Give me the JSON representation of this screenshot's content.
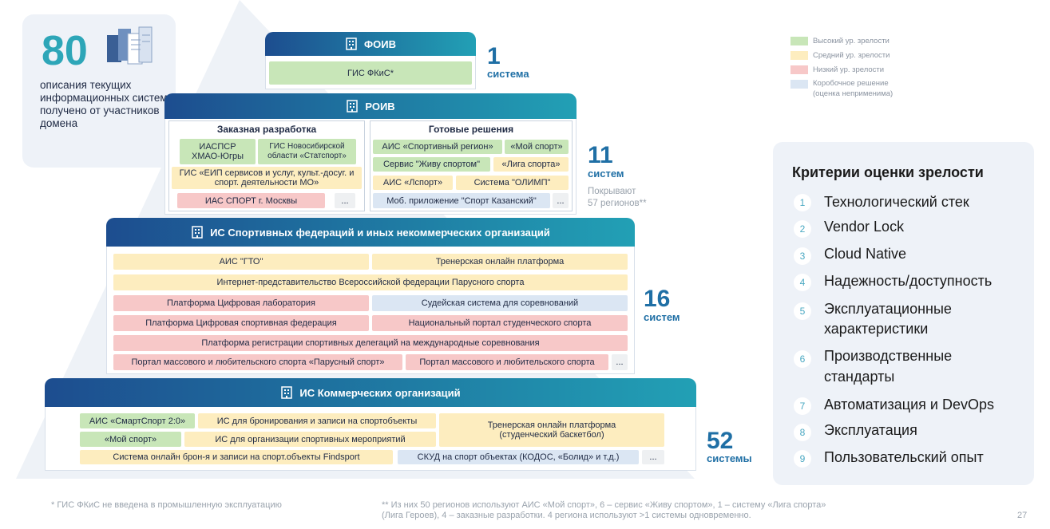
{
  "stats": {
    "number": "80",
    "text": "описания текущих информационных систем получено от участников домена"
  },
  "legend": [
    {
      "label": "Высокий ур. зрелости",
      "color": "#c8e6b8"
    },
    {
      "label": "Средний ур. зрелости",
      "color": "#fdedbf"
    },
    {
      "label": "Низкий ур. зрелости",
      "color": "#f7c8c8"
    },
    {
      "label": "Коробочное решение",
      "color": "#dbe6f3"
    },
    {
      "label": "(оценка неприменима)"
    }
  ],
  "tiers": {
    "foiv": {
      "title": "ФОИВ",
      "count": "1",
      "count_label": "система",
      "items": [
        "ГИС ФКиС*"
      ]
    },
    "roiv": {
      "title": "РОИВ",
      "count": "11",
      "count_label": "систем",
      "note_line1": "Покрывают",
      "note_line2": "57 регионов**",
      "custom": {
        "title": "Заказная разработка",
        "items": [
          "ИАСПСР ХМАО-Югры",
          "ГИС Новосибирской области «Статспорт»",
          "ГИС «ЕИП сервисов и услуг, культ.-досуг. и спорт. деятельности МО»",
          "ИАС СПОРТ г. Москвы",
          "..."
        ]
      },
      "ready": {
        "title": "Готовые решения",
        "items": [
          "АИС «Спортивный регион»",
          "«Мой спорт»",
          "Сервис \"Живу спортом\"",
          "«Лига спорта»",
          "АИС «Лспорт»",
          "Система \"ОЛИМП\"",
          "Моб. приложение \"Спорт Казанский\"",
          "..."
        ]
      }
    },
    "federations": {
      "title": "ИС Спортивных федераций и иных некоммерческих организаций",
      "count": "16",
      "count_label": "систем",
      "items": [
        "АИС \"ГТО\"",
        "Тренерская онлайн платформа",
        "Интернет-представительство Всероссийской федерации Парусного спорта",
        "Платформа Цифровая лаборатория",
        "Судейская система для соревнований",
        "Платформа Цифровая спортивная федерация",
        "Национальный портал студенческого спорта",
        "Платформа регистрации спортивных делегаций на международные соревнования",
        "Портал массового и любительского спорта «Парусный спорт»",
        "Портал массового и любительского спорта",
        "..."
      ]
    },
    "commercial": {
      "title": "ИС Коммерческих организаций",
      "count": "52",
      "count_label": "системы",
      "items": [
        "АИС «СмартСпорт 2:0»",
        "ИС для бронирования и записи на спортобъекты",
        "Тренерская онлайн платформа (студенческий баскетбол)",
        "«Мой спорт»",
        "ИС для организации спортивных мероприятий",
        "Система онлайн брон-я и записи на спорт.объекты Findsport",
        "СКУД на спорт объектах (КОДОС, «Болид» и т.д.)",
        "..."
      ]
    }
  },
  "criteria": {
    "title": "Критерии оценки зрелости",
    "items": [
      {
        "num": "1",
        "label": "Технологический стек"
      },
      {
        "num": "2",
        "label": "Vendor Lock"
      },
      {
        "num": "3",
        "label": "Cloud Native"
      },
      {
        "num": "4",
        "label": "Надежность/доступность"
      },
      {
        "num": "5",
        "label": "Эксплуатационные",
        "label2": "характеристики"
      },
      {
        "num": "6",
        "label": "Производственные",
        "label2": "стандарты"
      },
      {
        "num": "7",
        "label": "Автоматизация и DevOps"
      },
      {
        "num": "8",
        "label": "Эксплуатация"
      },
      {
        "num": "9",
        "label": "Пользовательский опыт"
      }
    ]
  },
  "footnotes": {
    "left": "* ГИС ФКиС не введена в промышленную эксплуатацию",
    "right_line1": "** Из них 50 регионов используют АИС «Мой спорт», 6 – сервис «Живу спортом», 1 – систему «Лига спорта»",
    "right_line2": "(Лига Героев), 4 – заказные разработки. 4 региона используют >1 системы одновременно.",
    "page": "27"
  }
}
